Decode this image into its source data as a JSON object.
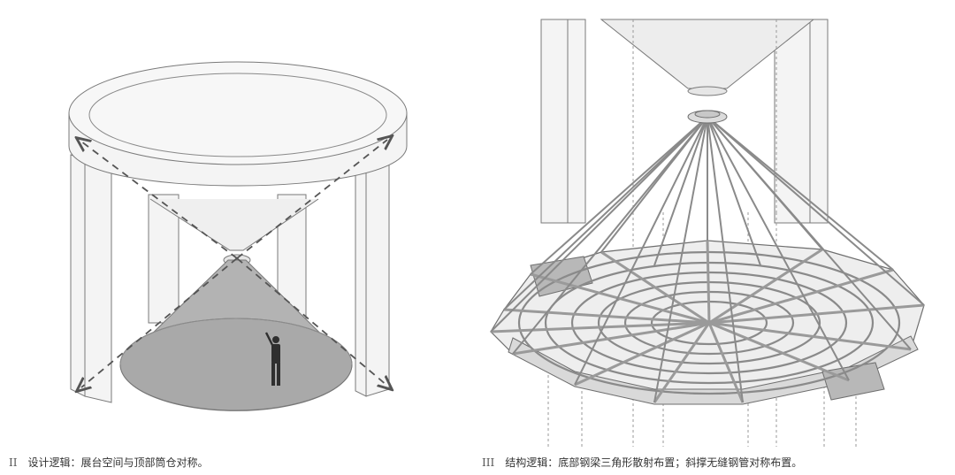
{
  "captions": {
    "left": {
      "num": "II",
      "text": "设计逻辑：展台空间与顶部筒仓对称。"
    },
    "right": {
      "num": "III",
      "text": "结构逻辑：底部钢梁三角形散射布置；斜撑无缝钢管对称布置。"
    }
  },
  "colors": {
    "line": "#6e6e6e",
    "light_fill": "#f2f2f2",
    "cone_fill": "#a9a9a9",
    "dark_fill": "#9a9a9a",
    "dash": "#555555"
  },
  "icons": {
    "figure": "person-silhouette-icon",
    "arrows": "arrow-icon"
  }
}
